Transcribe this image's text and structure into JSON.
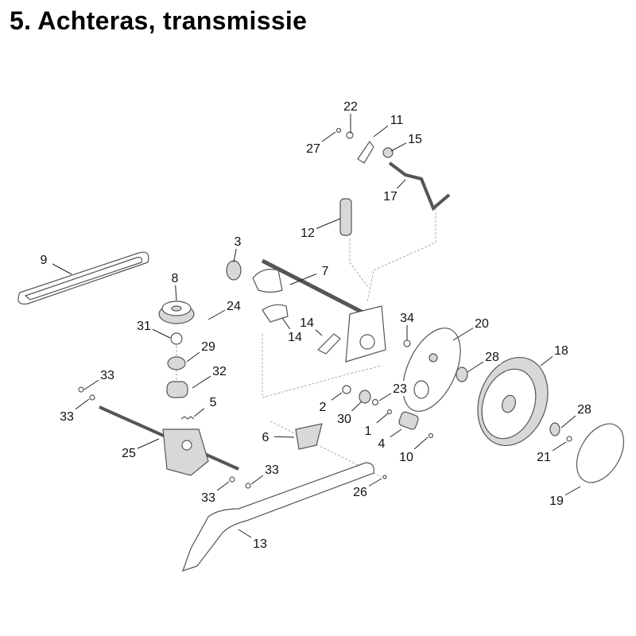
{
  "title": "5. Achteras, transmissie",
  "callouts": [
    "22",
    "11",
    "27",
    "15",
    "17",
    "12",
    "3",
    "7",
    "9",
    "8",
    "24",
    "31",
    "14",
    "14",
    "34",
    "20",
    "29",
    "32",
    "28",
    "18",
    "33",
    "33",
    "5",
    "2",
    "23",
    "30",
    "1",
    "4",
    "10",
    "6",
    "25",
    "28",
    "21",
    "33",
    "33",
    "26",
    "19",
    "13"
  ]
}
